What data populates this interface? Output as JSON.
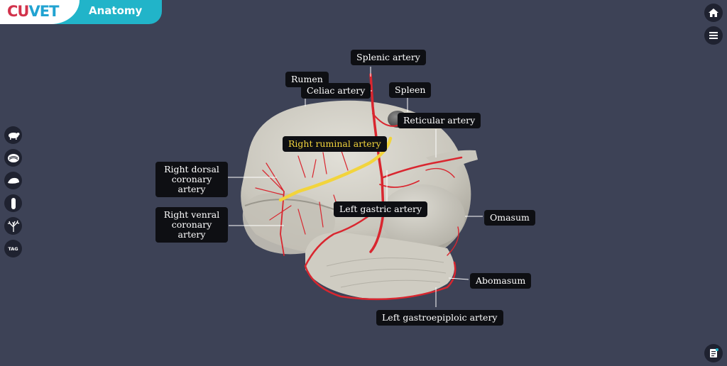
{
  "header": {
    "logo_left": "CU",
    "logo_right": "VET",
    "title": "Anatomy"
  },
  "colors": {
    "background": "#3d4256",
    "header_accent": "#21b4c9",
    "artery": "#d9262f",
    "highlight_artery": "#f2d43c",
    "organ": "#cfccc2",
    "label_bg": "#0e0f13"
  },
  "right_toolbar": [
    {
      "icon": "home-icon"
    },
    {
      "icon": "menu-icon"
    },
    {
      "icon": "notes-icon"
    }
  ],
  "left_toolbar": [
    {
      "icon": "animal-icon"
    },
    {
      "icon": "organ-layers-icon"
    },
    {
      "icon": "organ-section-icon"
    },
    {
      "icon": "capsule-icon"
    },
    {
      "icon": "vessel-tree-icon"
    },
    {
      "icon": "tag-icon",
      "label": "TAG"
    }
  ],
  "labels": {
    "splenic_artery": "Splenic artery",
    "rumen": "Rumen",
    "celiac_artery": "Celiac artery",
    "spleen": "Spleen",
    "reticular_artery": "Reticular artery",
    "right_ruminal_artery": "Right ruminal artery",
    "right_dorsal_coronary_artery": "Right dorsal coronary artery",
    "right_venral_coronary_artery": "Right venral coronary artery",
    "left_gastric_artery": "Left gastric artery",
    "omasum": "Omasum",
    "abomasum": "Abomasum",
    "left_gastroepiploic_artery": "Left gastroepiploic artery"
  }
}
